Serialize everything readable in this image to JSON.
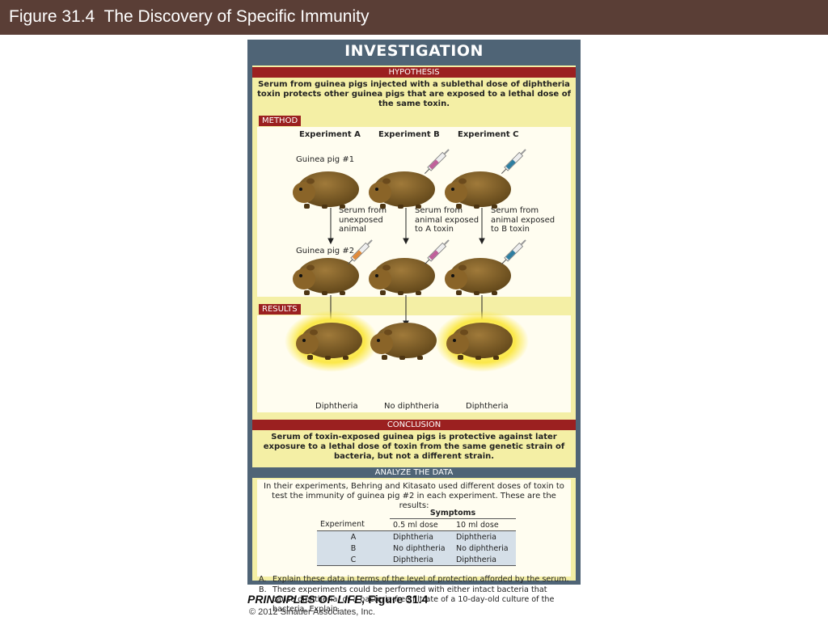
{
  "slide_title": "Figure 31.4  The Discovery of Specific Immunity",
  "figure": {
    "heading": "INVESTIGATION",
    "hypothesis": {
      "label": "HYPOTHESIS",
      "text": "Serum from guinea pigs injected with a sublethal dose of diphtheria toxin protects other guinea pigs that are exposed to a lethal dose of the same toxin."
    },
    "method": {
      "label": "METHOD",
      "experiments": [
        "Experiment A",
        "Experiment B",
        "Experiment C"
      ],
      "pig1_label": "Guinea pig #1",
      "pig2_label": "Guinea pig #2",
      "transfers": [
        "Serum from\nunexposed\nanimal",
        "Serum from\nanimal exposed\nto A toxin",
        "Serum from\nanimal exposed\nto B toxin"
      ]
    },
    "results": {
      "label": "RESULTS",
      "outcomes": [
        "Diphtheria",
        "No diphtheria",
        "Diphtheria"
      ]
    },
    "conclusion": {
      "label": "CONCLUSION",
      "text": "Serum of toxin-exposed guinea pigs is protective against later exposure to a lethal dose of toxin from the same genetic strain of bacteria, but not a different strain."
    },
    "analyze": {
      "label": "ANALYZE THE DATA",
      "intro": "In their experiments, Behring and Kitasato used different doses of toxin to test the immunity of guinea pig #2 in each experiment. These are the results:",
      "table": {
        "group_header": "Symptoms",
        "headers": [
          "Experiment",
          "0.5 ml dose",
          "10 ml dose"
        ],
        "rows": [
          [
            "A",
            "Diphtheria",
            "Diphtheria"
          ],
          [
            "B",
            "No diphtheria",
            "No diphtheria"
          ],
          [
            "C",
            "Diphtheria",
            "Diphtheria"
          ]
        ]
      },
      "questions": [
        {
          "letter": "A.",
          "text": "Explain these data in terms of the level of protection afforded by the serum."
        },
        {
          "letter": "B.",
          "text": "These experiments could be performed with either intact bacteria that cause diphtheria, or a bacteria-free filtrate of a 10-day-old culture of the bacteria. Explain."
        }
      ]
    }
  },
  "footer": {
    "book": "PRINCIPLES OF LIFE,",
    "figure_ref": " Figure 31.4",
    "copyright": "© 2012 Sinauer Associates, Inc."
  },
  "colors": {
    "title_bar": "#5a3e36",
    "header_bar": "#4f6476",
    "section_red": "#9b2020",
    "panel_yellow": "#f4efa5",
    "syringe_pink": "#c0609a",
    "syringe_blue": "#2e7ea0",
    "syringe_orange": "#e08a3a"
  }
}
